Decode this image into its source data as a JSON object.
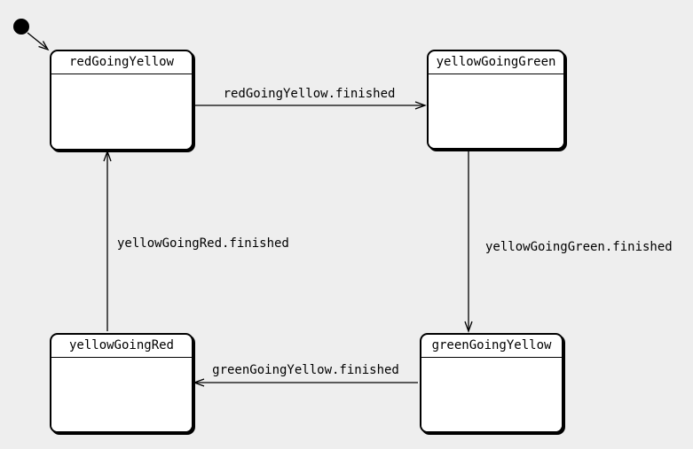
{
  "diagram": {
    "type": "state-machine",
    "states": [
      {
        "name": "redGoingYellow"
      },
      {
        "name": "yellowGoingGreen"
      },
      {
        "name": "greenGoingYellow"
      },
      {
        "name": "yellowGoingRed"
      }
    ],
    "initial": {
      "target": "redGoingYellow"
    },
    "transitions": [
      {
        "from": "redGoingYellow",
        "to": "yellowGoingGreen",
        "label": "redGoingYellow.finished"
      },
      {
        "from": "yellowGoingGreen",
        "to": "greenGoingYellow",
        "label": "yellowGoingGreen.finished"
      },
      {
        "from": "greenGoingYellow",
        "to": "yellowGoingRed",
        "label": "greenGoingYellow.finished"
      },
      {
        "from": "yellowGoingRed",
        "to": "redGoingYellow",
        "label": "yellowGoingRed.finished"
      }
    ],
    "colors": {
      "background": "#eeeeee",
      "state_fill": "#ffffff",
      "stroke": "#000000"
    }
  }
}
